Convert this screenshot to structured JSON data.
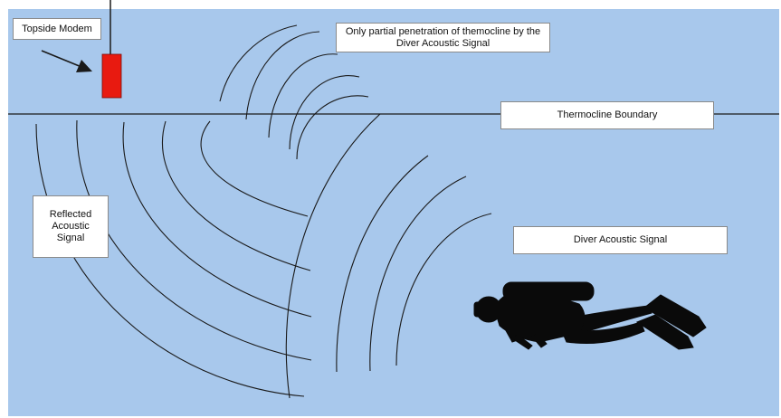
{
  "colors": {
    "water": "#a8c8ec",
    "modem": "#e81a10",
    "wave_line": "#1a1a1a",
    "diver": "#0a0a0a",
    "label_bg": "#ffffff"
  },
  "labels": {
    "topside_modem": "Topside Modem",
    "partial_penetration": "Only partial penetration of themocline by the Diver Acoustic Signal",
    "thermocline_boundary": "Thermocline Boundary",
    "reflected_signal": "Reflected Acoustic Signal",
    "diver_signal": "Diver Acoustic Signal"
  },
  "icons": {
    "modem": "topside-modem-icon",
    "diver": "scuba-diver-silhouette-icon"
  }
}
